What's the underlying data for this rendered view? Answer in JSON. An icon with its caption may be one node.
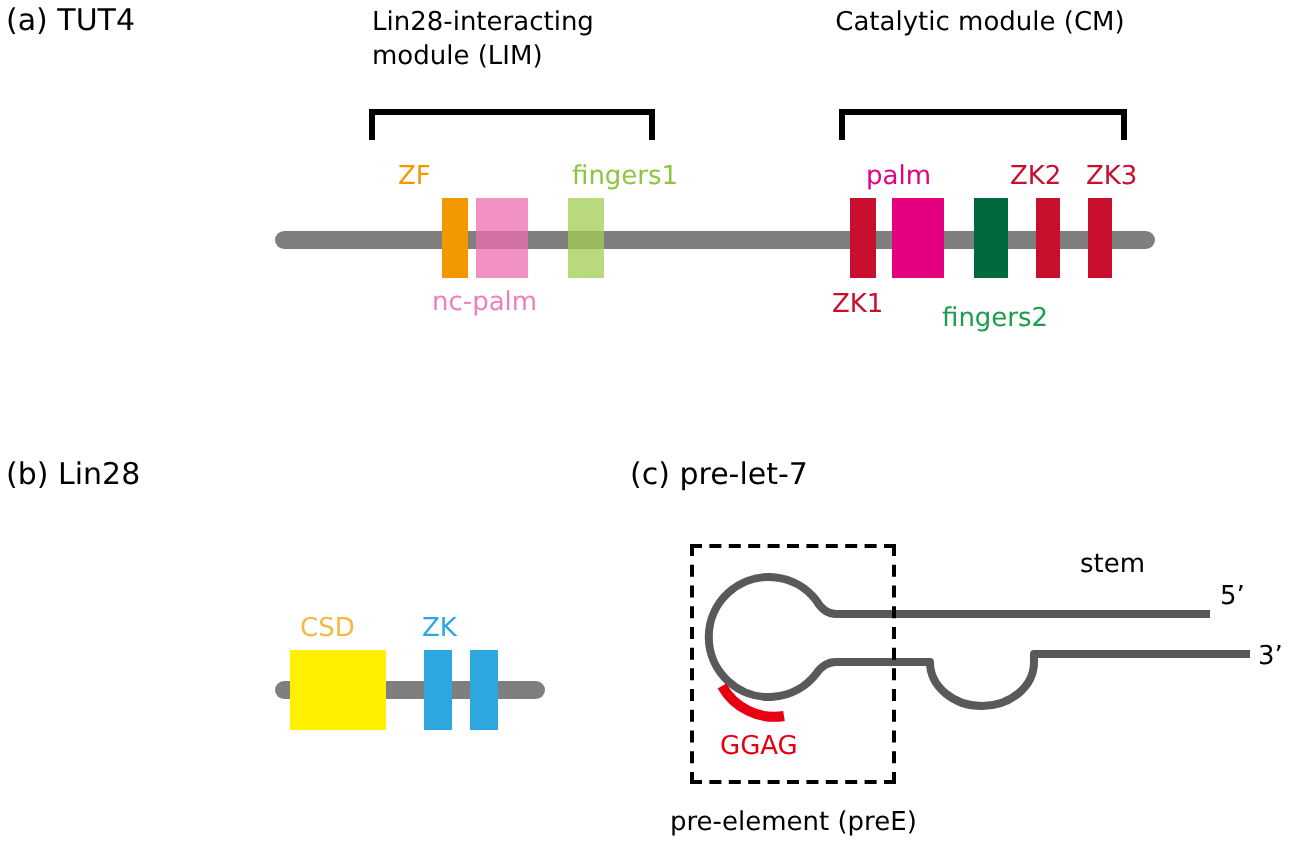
{
  "diagram": {
    "nodes": [
      {
        "text": [
          "ZF"
        ]
      },
      {
        "text": [
          "nc-palm"
        ]
      },
      {
        "text": [
          "fingers1"
        ]
      },
      {
        "text": [
          "ZK1"
        ]
      },
      {
        "text": [
          "palm"
        ]
      },
      {
        "text": [
          "fingers2"
        ]
      },
      {
        "text": [
          "ZK2"
        ]
      },
      {
        "text": [
          "ZK3"
        ]
      },
      {
        "text": [
          "CSD"
        ]
      },
      {
        "text": [
          "ZK"
        ]
      },
      {
        "text": [
          "pre-element (preE)"
        ]
      }
    ],
    "labels": [
      "(a) TUT4",
      "Lin28-interacting module (LIM)",
      "Catalytic module (CM)",
      "(b) Lin28",
      "(c) pre-let-7",
      "stem",
      "5’",
      "3’",
      "GGAG"
    ]
  }
}
